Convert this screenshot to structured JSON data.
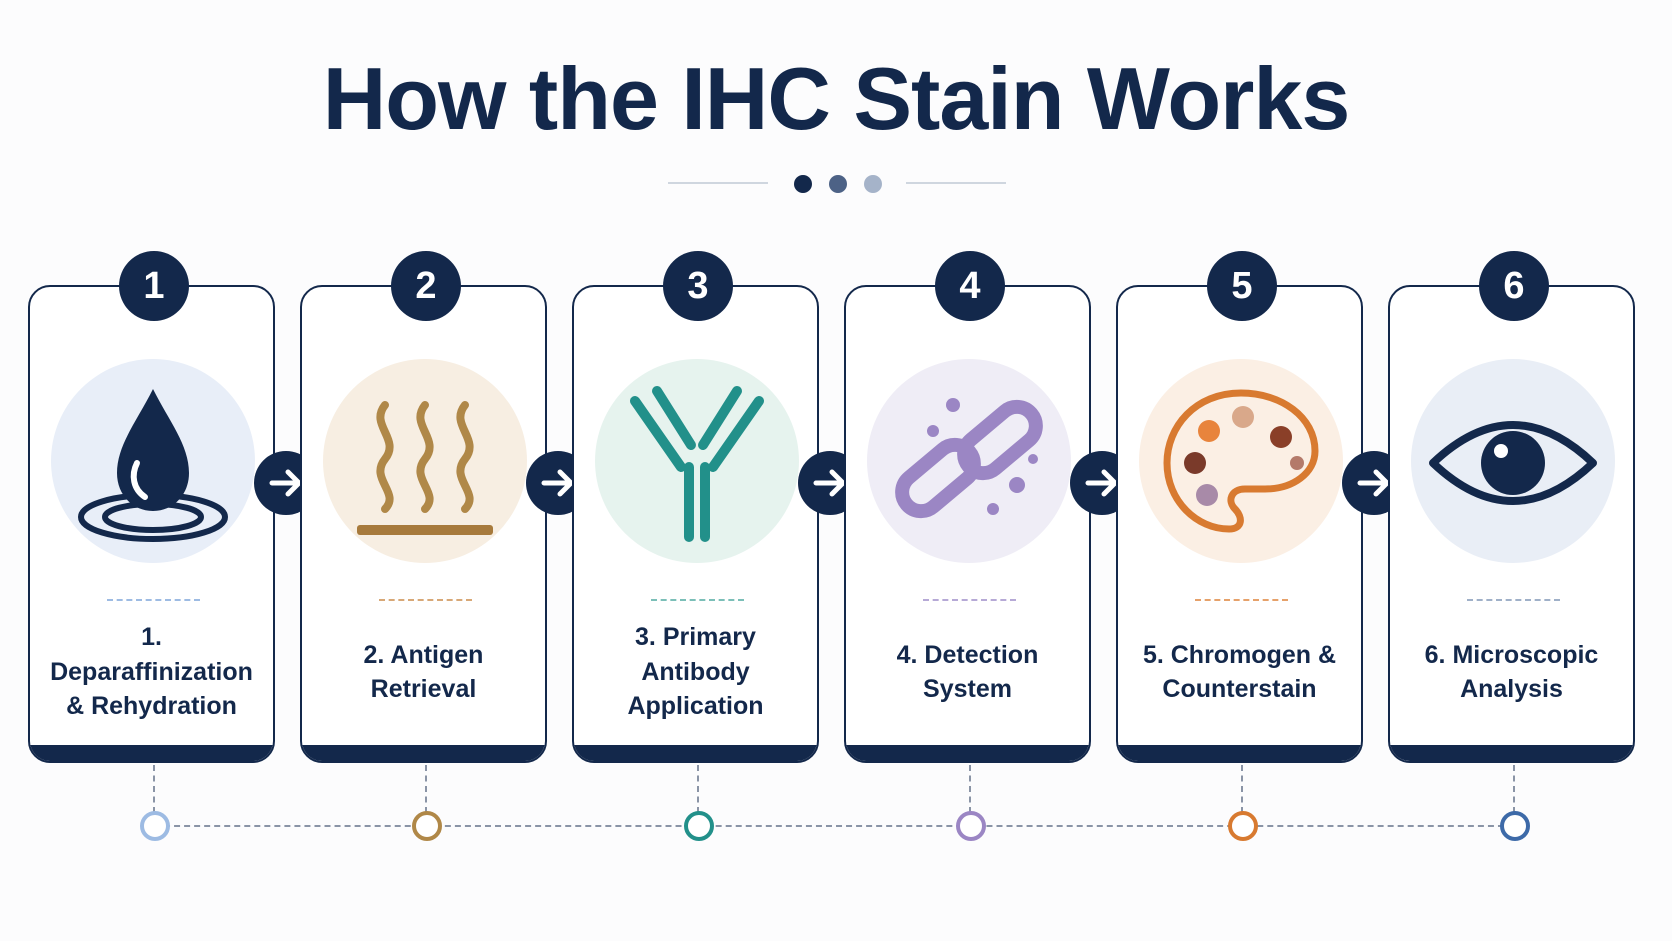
{
  "title": "How the IHC Stain Works",
  "steps": [
    {
      "number": "1",
      "label": "1. Deparaffinization\n& Rehydration",
      "icon": "water-drop-icon",
      "accent": "#9dbbe3",
      "circle_bg": "#e8eef8"
    },
    {
      "number": "2",
      "label": "2. Antigen\nRetrieval",
      "icon": "heat-waves-icon",
      "accent": "#b08848",
      "circle_bg": "#f7eee2"
    },
    {
      "number": "3",
      "label": "3. Primary\nAntibody\nApplication",
      "icon": "antibody-icon",
      "accent": "#22908a",
      "circle_bg": "#e6f3ee"
    },
    {
      "number": "4",
      "label": "4. Detection\nSystem",
      "icon": "chain-link-icon",
      "accent": "#9b86c4",
      "circle_bg": "#efedf6"
    },
    {
      "number": "5",
      "label": "5. Chromogen &\nCounterstain",
      "icon": "palette-icon",
      "accent": "#d87a30",
      "circle_bg": "#fbefe4"
    },
    {
      "number": "6",
      "label": "6. Microscopic\nAnalysis",
      "icon": "eye-icon",
      "accent": "#3d6aa8",
      "circle_bg": "#e9eef6"
    }
  ],
  "colors": {
    "navy": "#13284b",
    "divider_dots": [
      "#13284b",
      "#4d6286",
      "#a5b3c9"
    ]
  }
}
